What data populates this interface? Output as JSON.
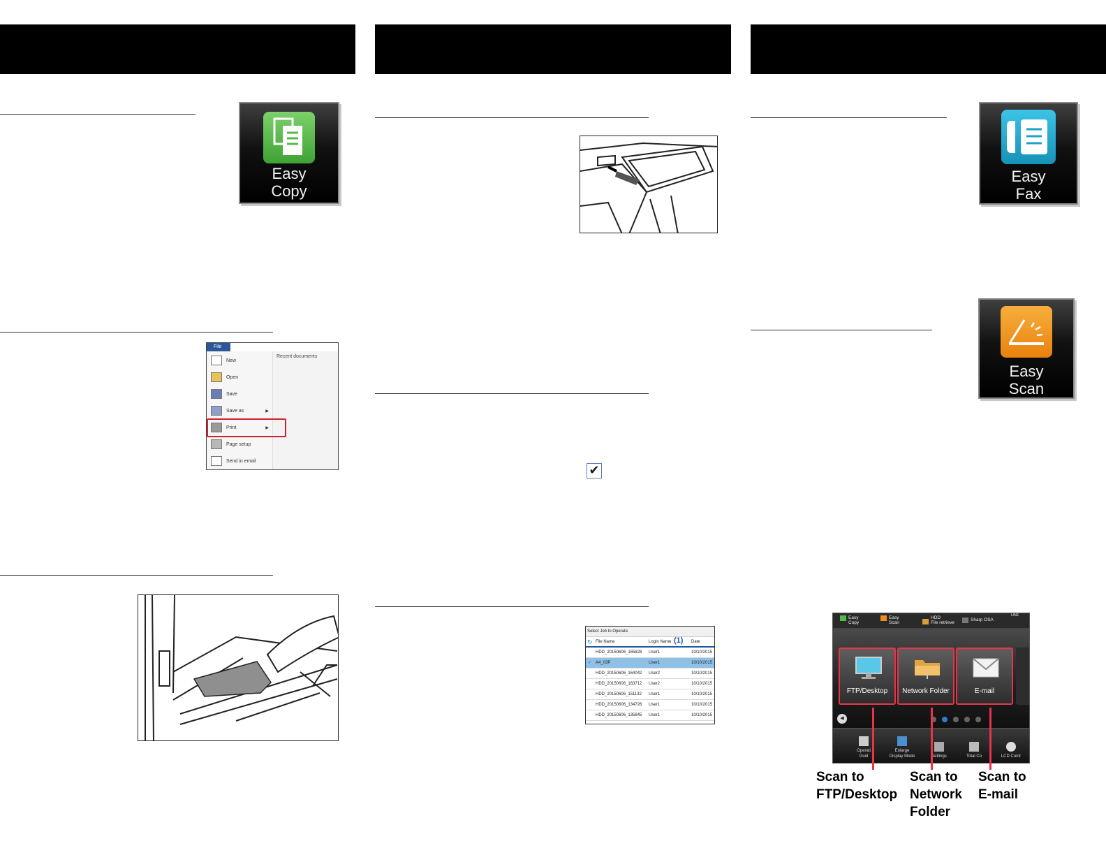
{
  "tiles": {
    "easy_copy": {
      "line1": "Easy",
      "line2": "Copy",
      "icon": "copy-documents-icon",
      "icon_color": "#55b948"
    },
    "easy_fax": {
      "line1": "Easy",
      "line2": "Fax",
      "icon": "fax-phone-icon",
      "icon_color": "#1aa3c8"
    },
    "easy_scan": {
      "line1": "Easy",
      "line2": "Scan",
      "icon": "scanner-icon",
      "icon_color": "#f08c1a"
    }
  },
  "file_menu": {
    "tab": "File",
    "recent": "Recent documents",
    "items": [
      "New",
      "Open",
      "Save",
      "Save as",
      "Print",
      "Page setup",
      "Send in email"
    ],
    "highlighted": "Print"
  },
  "job_list": {
    "title": "Select Job to Operate",
    "columns": [
      "File Name",
      "Login Name",
      "Date"
    ],
    "callout": "(1)",
    "rows": [
      {
        "file": "HDD_20150606_165828",
        "user": "User1",
        "date": "10/10/2015"
      },
      {
        "file": "A4_03P",
        "user": "User1",
        "date": "10/10/2015",
        "selected": true
      },
      {
        "file": "HDD_20150606_164042",
        "user": "User2",
        "date": "10/10/2015"
      },
      {
        "file": "HDD_20150606_163712",
        "user": "User2",
        "date": "10/10/2015"
      },
      {
        "file": "HDD_20150606_151132",
        "user": "User1",
        "date": "10/10/2015"
      },
      {
        "file": "HDD_20150606_134726",
        "user": "User1",
        "date": "10/10/2015"
      },
      {
        "file": "HDD_20150606_135845",
        "user": "User1",
        "date": "10/10/2015"
      }
    ]
  },
  "checkbox": {
    "mark": "✔"
  },
  "home_screen": {
    "top_items": [
      {
        "line1": "Easy",
        "line2": "Copy",
        "color": "#55b948"
      },
      {
        "line1": "Easy",
        "line2": "Scan",
        "color": "#f08c1a"
      },
      {
        "line1": "HDD",
        "line2": "File retrieve",
        "color": "#d9a03a"
      },
      {
        "line1": "",
        "line2": "Sharp OSA",
        "color": "#777777"
      }
    ],
    "top_right": "LINE",
    "buttons": [
      "FTP/Desktop",
      "Network Folder",
      "E-mail"
    ],
    "bottom_items": [
      {
        "line1": "Operati",
        "line2": "Guid"
      },
      {
        "line1": "Enlarge",
        "line2": "Display Mode"
      },
      {
        "line1": "",
        "line2": "Settings"
      },
      {
        "line1": "",
        "line2": "Total Co"
      },
      {
        "line1": "",
        "line2": "LCD Contr"
      }
    ],
    "accent": "#e8334a"
  },
  "callouts": [
    {
      "lines": [
        "Scan to",
        "FTP/Desktop"
      ]
    },
    {
      "lines": [
        "Scan to",
        "Network",
        "Folder"
      ]
    },
    {
      "lines": [
        "Scan to",
        "E-mail"
      ]
    }
  ]
}
